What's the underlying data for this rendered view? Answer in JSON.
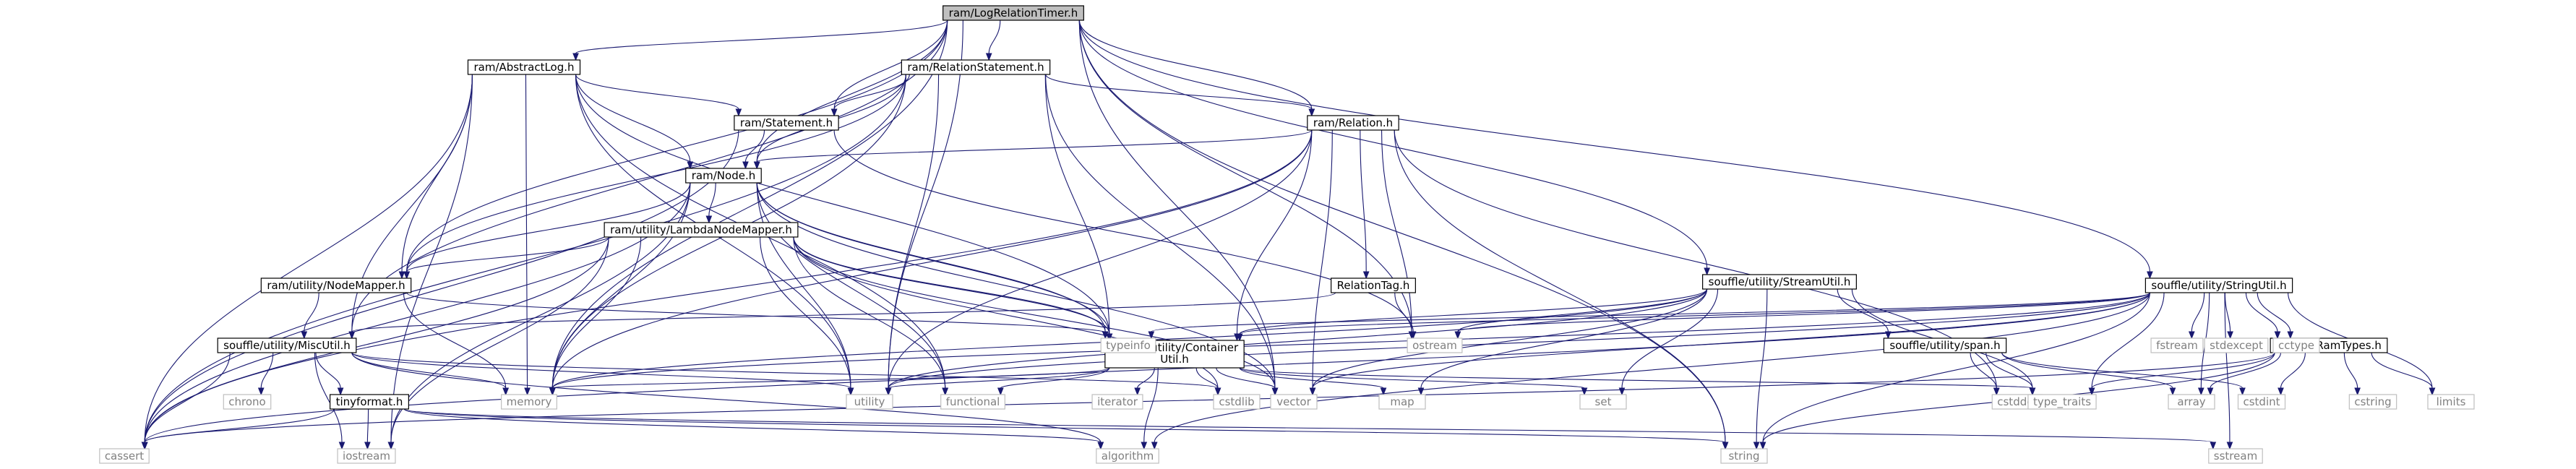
{
  "diagram": {
    "nodes": [
      {
        "id": "root",
        "label": [
          "ram/LogRelationTimer.h"
        ],
        "kind": "root"
      },
      {
        "id": "abslog",
        "label": [
          "ram/AbstractLog.h"
        ],
        "kind": "box"
      },
      {
        "id": "relstmt",
        "label": [
          "ram/RelationStatement.h"
        ],
        "kind": "box"
      },
      {
        "id": "stmt",
        "label": [
          "ram/Statement.h"
        ],
        "kind": "box"
      },
      {
        "id": "relation",
        "label": [
          "ram/Relation.h"
        ],
        "kind": "box"
      },
      {
        "id": "node",
        "label": [
          "ram/Node.h"
        ],
        "kind": "box"
      },
      {
        "id": "lambda",
        "label": [
          "ram/utility/LambdaNodeMapper.h"
        ],
        "kind": "box"
      },
      {
        "id": "nodemap",
        "label": [
          "ram/utility/NodeMapper.h"
        ],
        "kind": "box"
      },
      {
        "id": "misc",
        "label": [
          "souffle/utility/MiscUtil.h"
        ],
        "kind": "box"
      },
      {
        "id": "container",
        "label": [
          "souffle/utility/Container",
          "Util.h"
        ],
        "kind": "box"
      },
      {
        "id": "reltag",
        "label": [
          "RelationTag.h"
        ],
        "kind": "box"
      },
      {
        "id": "stream",
        "label": [
          "souffle/utility/StreamUtil.h"
        ],
        "kind": "box"
      },
      {
        "id": "span",
        "label": [
          "souffle/utility/span.h"
        ],
        "kind": "box"
      },
      {
        "id": "strutil",
        "label": [
          "souffle/utility/StringUtil.h"
        ],
        "kind": "box"
      },
      {
        "id": "ramtypes",
        "label": [
          "souffle/RamTypes.h"
        ],
        "kind": "box"
      },
      {
        "id": "tinyformat",
        "label": [
          "tinyformat.h"
        ],
        "kind": "box"
      },
      {
        "id": "typeinfo",
        "label": [
          "typeinfo"
        ],
        "kind": "sys"
      },
      {
        "id": "ostream",
        "label": [
          "ostream"
        ],
        "kind": "sys"
      },
      {
        "id": "fstream",
        "label": [
          "fstream"
        ],
        "kind": "sys"
      },
      {
        "id": "stdexcept",
        "label": [
          "stdexcept"
        ],
        "kind": "sys"
      },
      {
        "id": "cctype",
        "label": [
          "cctype"
        ],
        "kind": "sys"
      },
      {
        "id": "chrono",
        "label": [
          "chrono"
        ],
        "kind": "sys"
      },
      {
        "id": "memory",
        "label": [
          "memory"
        ],
        "kind": "sys"
      },
      {
        "id": "utility",
        "label": [
          "utility"
        ],
        "kind": "sys"
      },
      {
        "id": "functional",
        "label": [
          "functional"
        ],
        "kind": "sys"
      },
      {
        "id": "iterator",
        "label": [
          "iterator"
        ],
        "kind": "sys"
      },
      {
        "id": "cstdlib",
        "label": [
          "cstdlib"
        ],
        "kind": "sys"
      },
      {
        "id": "vector",
        "label": [
          "vector"
        ],
        "kind": "sys"
      },
      {
        "id": "map",
        "label": [
          "map"
        ],
        "kind": "sys"
      },
      {
        "id": "set",
        "label": [
          "set"
        ],
        "kind": "sys"
      },
      {
        "id": "cstddef",
        "label": [
          "cstddef"
        ],
        "kind": "sys"
      },
      {
        "id": "type_traits",
        "label": [
          "type_traits"
        ],
        "kind": "sys"
      },
      {
        "id": "array",
        "label": [
          "array"
        ],
        "kind": "sys"
      },
      {
        "id": "cstdint",
        "label": [
          "cstdint"
        ],
        "kind": "sys"
      },
      {
        "id": "cstring",
        "label": [
          "cstring"
        ],
        "kind": "sys"
      },
      {
        "id": "limits",
        "label": [
          "limits"
        ],
        "kind": "sys"
      },
      {
        "id": "cassert",
        "label": [
          "cassert"
        ],
        "kind": "sys"
      },
      {
        "id": "iostream",
        "label": [
          "iostream"
        ],
        "kind": "sys"
      },
      {
        "id": "algorithm",
        "label": [
          "algorithm"
        ],
        "kind": "sys"
      },
      {
        "id": "string",
        "label": [
          "string"
        ],
        "kind": "sys"
      },
      {
        "id": "sstream",
        "label": [
          "sstream"
        ],
        "kind": "sys"
      }
    ],
    "edges": [
      [
        "root",
        "abslog"
      ],
      [
        "root",
        "relstmt"
      ],
      [
        "root",
        "stmt"
      ],
      [
        "root",
        "relation"
      ],
      [
        "root",
        "node"
      ],
      [
        "root",
        "nodemap"
      ],
      [
        "root",
        "misc"
      ],
      [
        "root",
        "stream"
      ],
      [
        "root",
        "strutil"
      ],
      [
        "root",
        "memory"
      ],
      [
        "root",
        "utility"
      ],
      [
        "root",
        "vector"
      ],
      [
        "root",
        "ostream"
      ],
      [
        "root",
        "string"
      ],
      [
        "abslog",
        "stmt"
      ],
      [
        "abslog",
        "node"
      ],
      [
        "abslog",
        "nodemap"
      ],
      [
        "abslog",
        "misc"
      ],
      [
        "abslog",
        "container"
      ],
      [
        "abslog",
        "memory"
      ],
      [
        "abslog",
        "utility"
      ],
      [
        "abslog",
        "cassert"
      ],
      [
        "abslog",
        "iostream"
      ],
      [
        "abslog",
        "functional"
      ],
      [
        "relstmt",
        "stmt"
      ],
      [
        "relstmt",
        "relation"
      ],
      [
        "relstmt",
        "node"
      ],
      [
        "relstmt",
        "container"
      ],
      [
        "relstmt",
        "memory"
      ],
      [
        "relstmt",
        "utility"
      ],
      [
        "relstmt",
        "vector"
      ],
      [
        "relstmt",
        "cassert"
      ],
      [
        "relstmt",
        "nodemap"
      ],
      [
        "stmt",
        "node"
      ],
      [
        "stmt",
        "cassert"
      ],
      [
        "stmt",
        "ostream"
      ],
      [
        "relation",
        "node"
      ],
      [
        "relation",
        "reltag"
      ],
      [
        "relation",
        "container"
      ],
      [
        "relation",
        "memory"
      ],
      [
        "relation",
        "utility"
      ],
      [
        "relation",
        "vector"
      ],
      [
        "relation",
        "string"
      ],
      [
        "relation",
        "ostream"
      ],
      [
        "relation",
        "cstddef"
      ],
      [
        "relation",
        "cassert"
      ],
      [
        "node",
        "lambda"
      ],
      [
        "node",
        "nodemap"
      ],
      [
        "node",
        "container"
      ],
      [
        "node",
        "memory"
      ],
      [
        "node",
        "utility"
      ],
      [
        "node",
        "functional"
      ],
      [
        "node",
        "typeinfo"
      ],
      [
        "node",
        "vector"
      ],
      [
        "node",
        "cassert"
      ],
      [
        "node",
        "iostream"
      ],
      [
        "lambda",
        "nodemap"
      ],
      [
        "lambda",
        "container"
      ],
      [
        "lambda",
        "memory"
      ],
      [
        "lambda",
        "utility"
      ],
      [
        "lambda",
        "functional"
      ],
      [
        "lambda",
        "typeinfo"
      ],
      [
        "lambda",
        "cstdlib"
      ],
      [
        "lambda",
        "vector"
      ],
      [
        "lambda",
        "cassert"
      ],
      [
        "lambda",
        "iostream"
      ],
      [
        "nodemap",
        "misc"
      ],
      [
        "nodemap",
        "memory"
      ],
      [
        "nodemap",
        "container"
      ],
      [
        "misc",
        "chrono"
      ],
      [
        "misc",
        "memory"
      ],
      [
        "misc",
        "tinyformat"
      ],
      [
        "misc",
        "utility"
      ],
      [
        "misc",
        "cstdlib"
      ],
      [
        "misc",
        "cassert"
      ],
      [
        "misc",
        "iostream"
      ],
      [
        "misc",
        "algorithm"
      ],
      [
        "container",
        "memory"
      ],
      [
        "container",
        "utility"
      ],
      [
        "container",
        "functional"
      ],
      [
        "container",
        "iterator"
      ],
      [
        "container",
        "cstdlib"
      ],
      [
        "container",
        "vector"
      ],
      [
        "container",
        "map"
      ],
      [
        "container",
        "set"
      ],
      [
        "container",
        "type_traits"
      ],
      [
        "container",
        "algorithm"
      ],
      [
        "reltag",
        "ostream"
      ],
      [
        "reltag",
        "misc"
      ],
      [
        "stream",
        "container"
      ],
      [
        "stream",
        "span"
      ],
      [
        "stream",
        "ostream"
      ],
      [
        "stream",
        "memory"
      ],
      [
        "stream",
        "utility"
      ],
      [
        "stream",
        "vector"
      ],
      [
        "stream",
        "map"
      ],
      [
        "stream",
        "set"
      ],
      [
        "stream",
        "string"
      ],
      [
        "stream",
        "type_traits"
      ],
      [
        "span",
        "cstddef"
      ],
      [
        "span",
        "cstdint"
      ],
      [
        "span",
        "type_traits"
      ],
      [
        "span",
        "array"
      ],
      [
        "strutil",
        "container"
      ],
      [
        "strutil",
        "ramtypes"
      ],
      [
        "strutil",
        "fstream"
      ],
      [
        "strutil",
        "stdexcept"
      ],
      [
        "strutil",
        "cctype"
      ],
      [
        "strutil",
        "ostream"
      ],
      [
        "strutil",
        "vector"
      ],
      [
        "strutil",
        "utility"
      ],
      [
        "strutil",
        "type_traits"
      ],
      [
        "strutil",
        "array"
      ],
      [
        "strutil",
        "limits"
      ],
      [
        "strutil",
        "string"
      ],
      [
        "strutil",
        "sstream"
      ],
      [
        "strutil",
        "algorithm"
      ],
      [
        "strutil",
        "cassert"
      ],
      [
        "strutil",
        "typeinfo"
      ],
      [
        "strutil",
        "memory"
      ],
      [
        "ramtypes",
        "cstring"
      ],
      [
        "ramtypes",
        "limits"
      ],
      [
        "ramtypes",
        "type_traits"
      ],
      [
        "ramtypes",
        "cstdint"
      ],
      [
        "ramtypes",
        "array"
      ],
      [
        "ramtypes",
        "string"
      ],
      [
        "ramtypes",
        "cassert"
      ],
      [
        "tinyformat",
        "cassert"
      ],
      [
        "tinyformat",
        "iostream"
      ],
      [
        "tinyformat",
        "algorithm"
      ],
      [
        "tinyformat",
        "string"
      ],
      [
        "tinyformat",
        "sstream"
      ]
    ]
  },
  "style": {
    "edge_color": "#191970",
    "root_fill": "#bfbfbf",
    "box_stroke": "#000000",
    "sys_stroke": "#bfbfbf",
    "sys_text": "#808080"
  }
}
